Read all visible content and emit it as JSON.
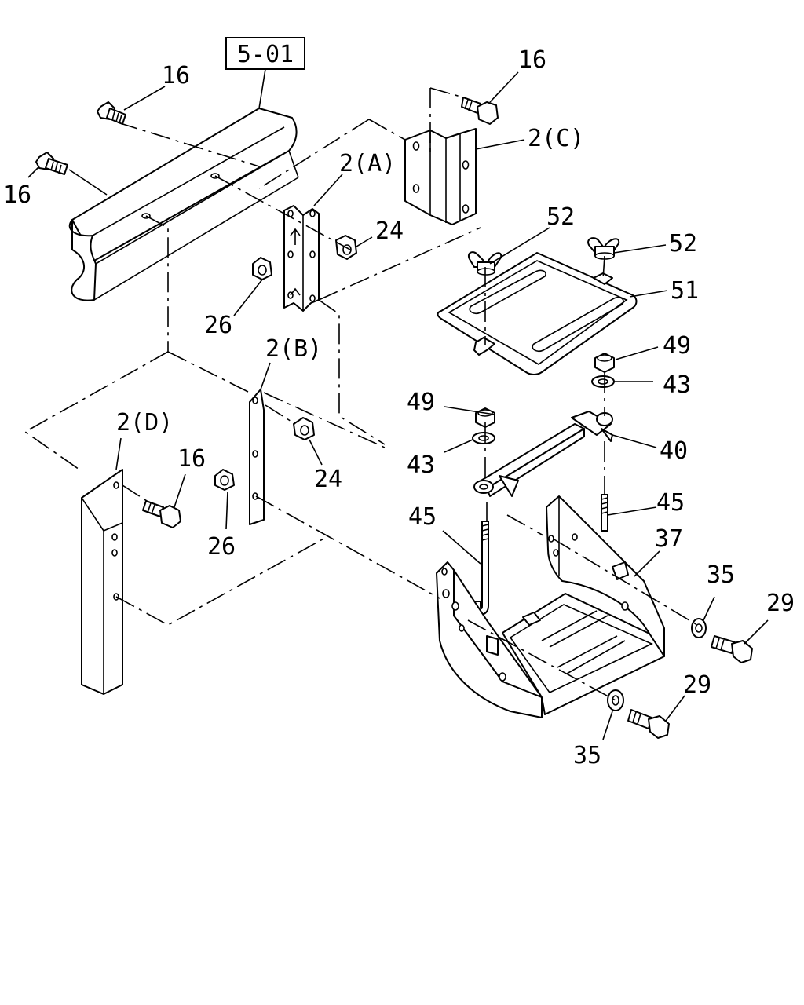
{
  "reference_box": "5-01",
  "labels": [
    {
      "id": "l16a",
      "text": "16"
    },
    {
      "id": "l16b",
      "text": "16"
    },
    {
      "id": "l16c",
      "text": "16"
    },
    {
      "id": "l16d",
      "text": "16"
    },
    {
      "id": "l2c",
      "text": "2(C)"
    },
    {
      "id": "l2a",
      "text": "2(A)"
    },
    {
      "id": "l24a",
      "text": "24"
    },
    {
      "id": "l26a",
      "text": "26"
    },
    {
      "id": "l52a",
      "text": "52"
    },
    {
      "id": "l52b",
      "text": "52"
    },
    {
      "id": "l51",
      "text": "51"
    },
    {
      "id": "l49a",
      "text": "49"
    },
    {
      "id": "l43a",
      "text": "43"
    },
    {
      "id": "l2b",
      "text": "2(B)"
    },
    {
      "id": "l49b",
      "text": "49"
    },
    {
      "id": "l43b",
      "text": "43"
    },
    {
      "id": "l40",
      "text": "40"
    },
    {
      "id": "l2d",
      "text": "2(D)"
    },
    {
      "id": "l24b",
      "text": "24"
    },
    {
      "id": "l26b",
      "text": "26"
    },
    {
      "id": "l45a",
      "text": "45"
    },
    {
      "id": "l45b",
      "text": "45"
    },
    {
      "id": "l37",
      "text": "37"
    },
    {
      "id": "l35a",
      "text": "35"
    },
    {
      "id": "l29a",
      "text": "29"
    },
    {
      "id": "l29b",
      "text": "29"
    },
    {
      "id": "l35b",
      "text": "35"
    }
  ]
}
